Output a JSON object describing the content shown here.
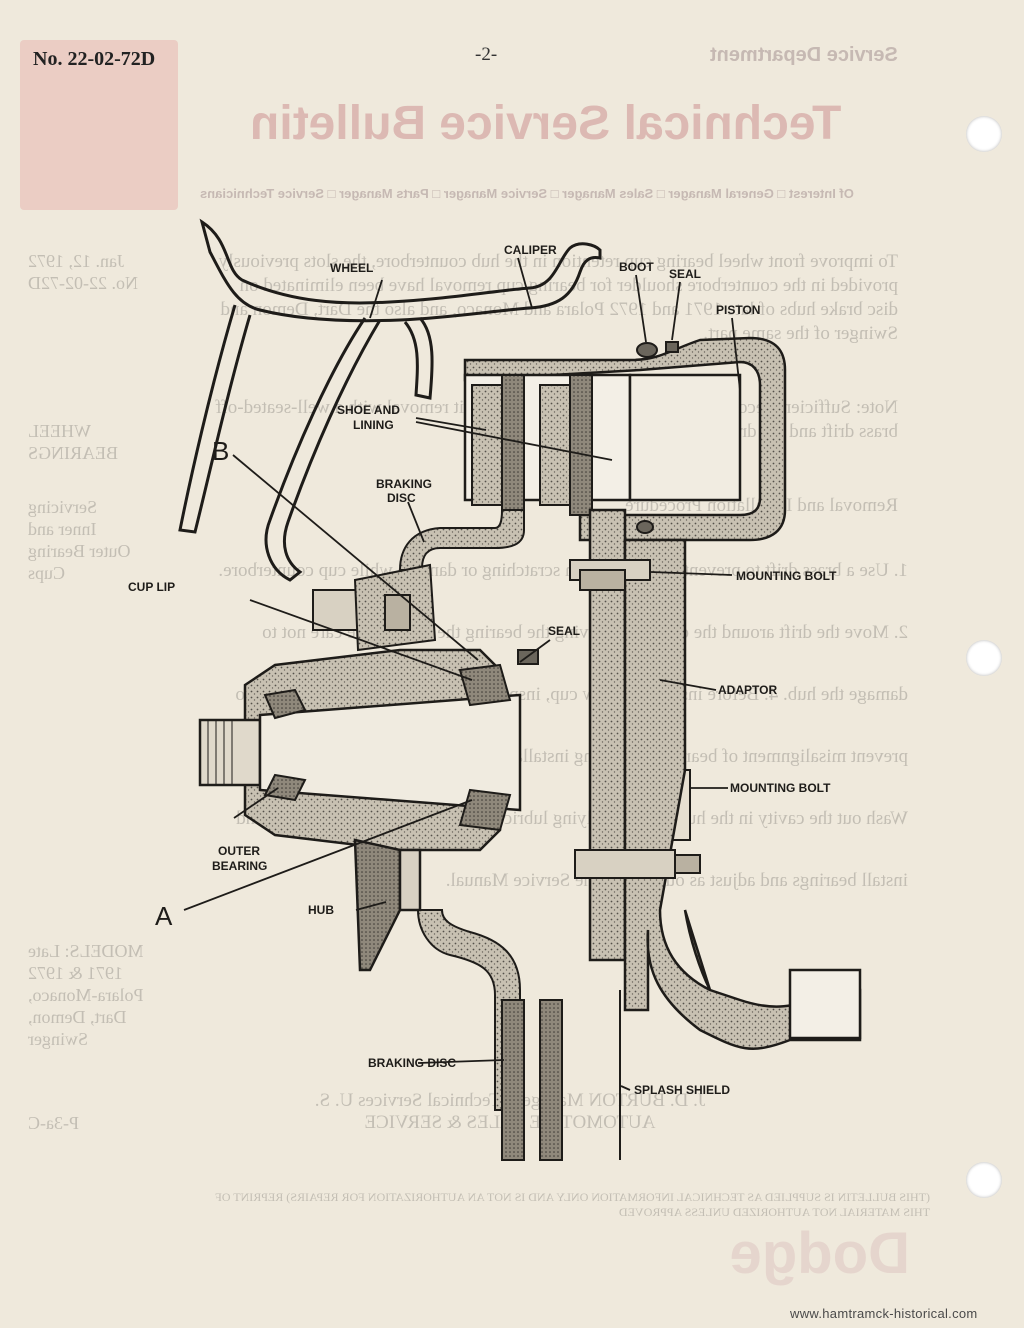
{
  "header": {
    "bulletin_no": "No. 22-02-72D",
    "page_number": "-2-"
  },
  "diagram": {
    "labels": {
      "wheel": "WHEEL",
      "caliper": "CALIPER",
      "boot": "BOOT",
      "seal_top": "SEAL",
      "piston": "PISTON",
      "shoe_and_lining": "SHOE AND\nLINING",
      "braking_disc_top": "BRAKING\nDISC",
      "point_b": "B",
      "cup_lip": "CUP LIP",
      "mounting_bolt_top": "MOUNTING BOLT",
      "seal_mid": "SEAL",
      "adaptor": "ADAPTOR",
      "mounting_bolt_bottom": "MOUNTING BOLT",
      "outer_bearing": "OUTER\nBEARING",
      "point_a": "A",
      "hub": "HUB",
      "braking_disc_bottom": "BRAKING DISC",
      "splash_shield": "SPLASH SHIELD"
    }
  },
  "footer": {
    "url": "www.hamtramck-historical.com"
  },
  "colors": {
    "paper": "#efe9dc",
    "ink": "#1e1c19",
    "bleed_red": "#d4a6a3"
  }
}
